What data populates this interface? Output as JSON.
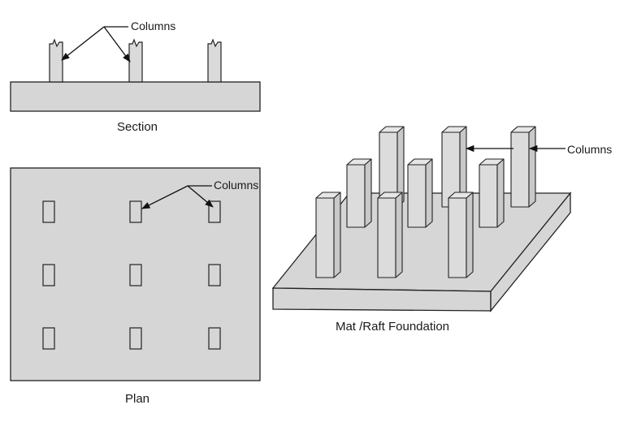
{
  "section": {
    "caption": "Section",
    "columns_label": "Columns"
  },
  "plan": {
    "caption": "Plan",
    "columns_label": "Columns",
    "grid": {
      "rows": 3,
      "cols": 3
    }
  },
  "isometric": {
    "caption": "Mat /Raft Foundation",
    "columns_label": "Columns",
    "column_count": 9
  },
  "colors": {
    "slab_fill": "#d6d6d6",
    "column_fill": "#dadada",
    "stroke": "#222222"
  }
}
